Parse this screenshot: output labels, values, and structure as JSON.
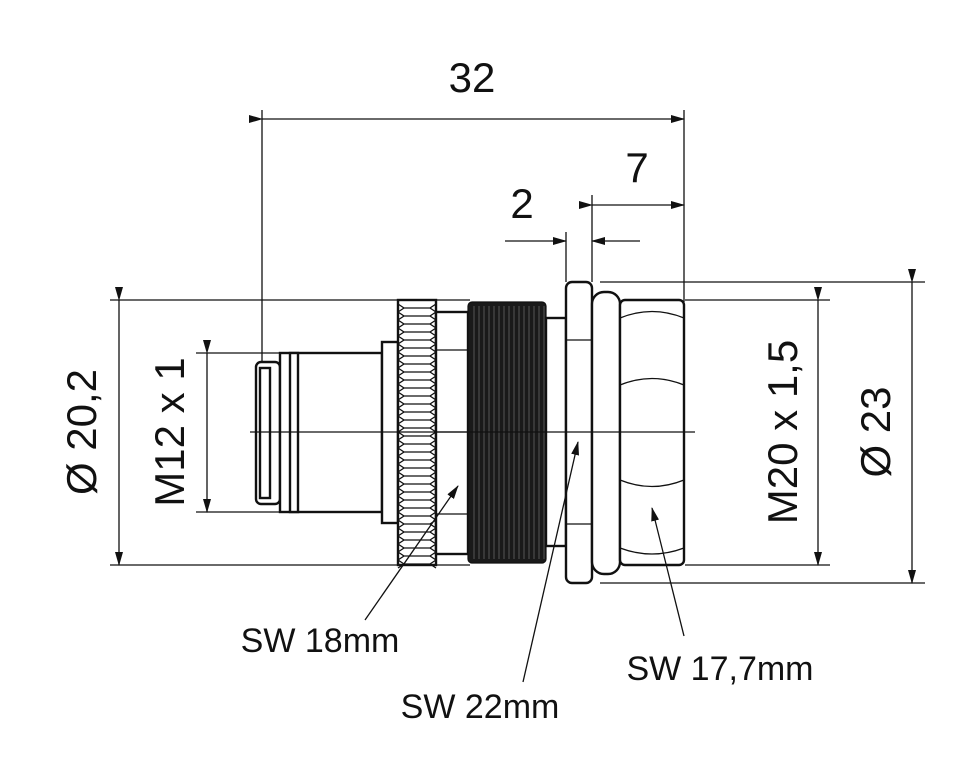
{
  "dimensions": {
    "overall_length": "32",
    "nut_length": "7",
    "wall_thickness": "2",
    "diameter_left": "Ø 20,2",
    "thread_left": "M12 x 1",
    "thread_right": "M20 x 1,5",
    "diameter_right": "Ø 23"
  },
  "wrench_sizes": {
    "knurled_nut": "SW 18mm",
    "lock_nut": "SW 22mm",
    "hex_body": "SW 17,7mm"
  }
}
